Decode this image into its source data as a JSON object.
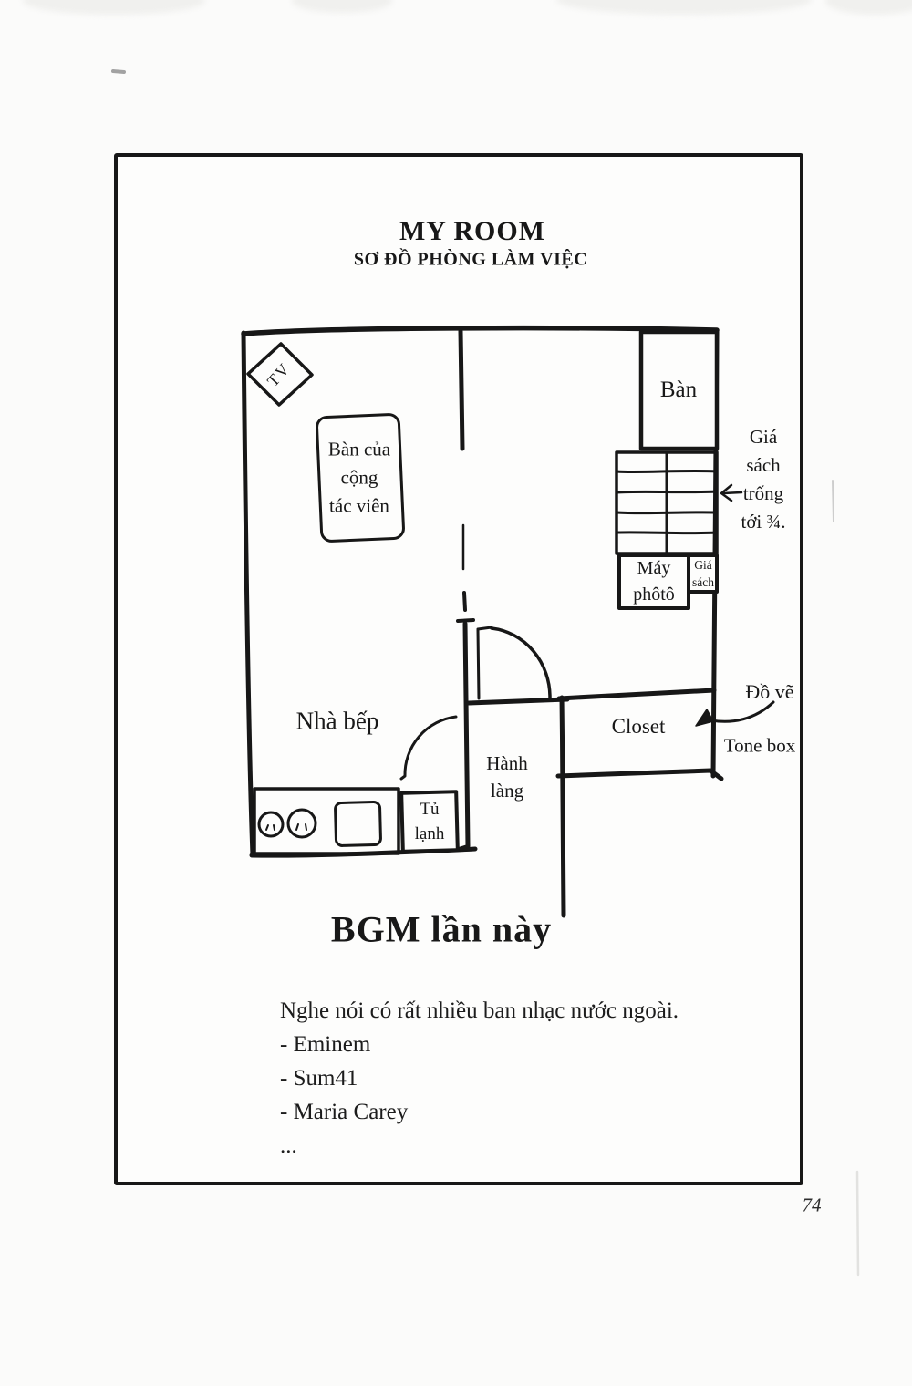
{
  "page": {
    "title": "MY ROOM",
    "subtitle": "SƠ ĐỒ PHÒNG LÀM VIỆC",
    "page_number": "74",
    "ink_color": "#171717",
    "paper_color": "#fdfdfc"
  },
  "floor_plan": {
    "tv_label": "TV",
    "collab_desk": [
      "Bàn của",
      "cộng",
      "tác viên"
    ],
    "desk_label": "Bàn",
    "shelf_note": [
      "Giá",
      "sách",
      "trống",
      "tới ¾."
    ],
    "photocopier": [
      "Máy",
      "phôtô"
    ],
    "small_shelf": [
      "Giá",
      "sách"
    ],
    "kitchen_label": "Nhà bếp",
    "closet_label": "Closet",
    "art_label": "Đồ vẽ",
    "tonebox_label": "Tone box",
    "hallway": [
      "Hành",
      "làng"
    ],
    "fridge": [
      "Tủ",
      "lạnh"
    ]
  },
  "bgm": {
    "heading": "BGM lần này",
    "lines": [
      "Nghe nói có rất nhiều ban nhạc nước ngoài.",
      "- Eminem",
      "- Sum41",
      "- Maria Carey",
      "..."
    ]
  }
}
